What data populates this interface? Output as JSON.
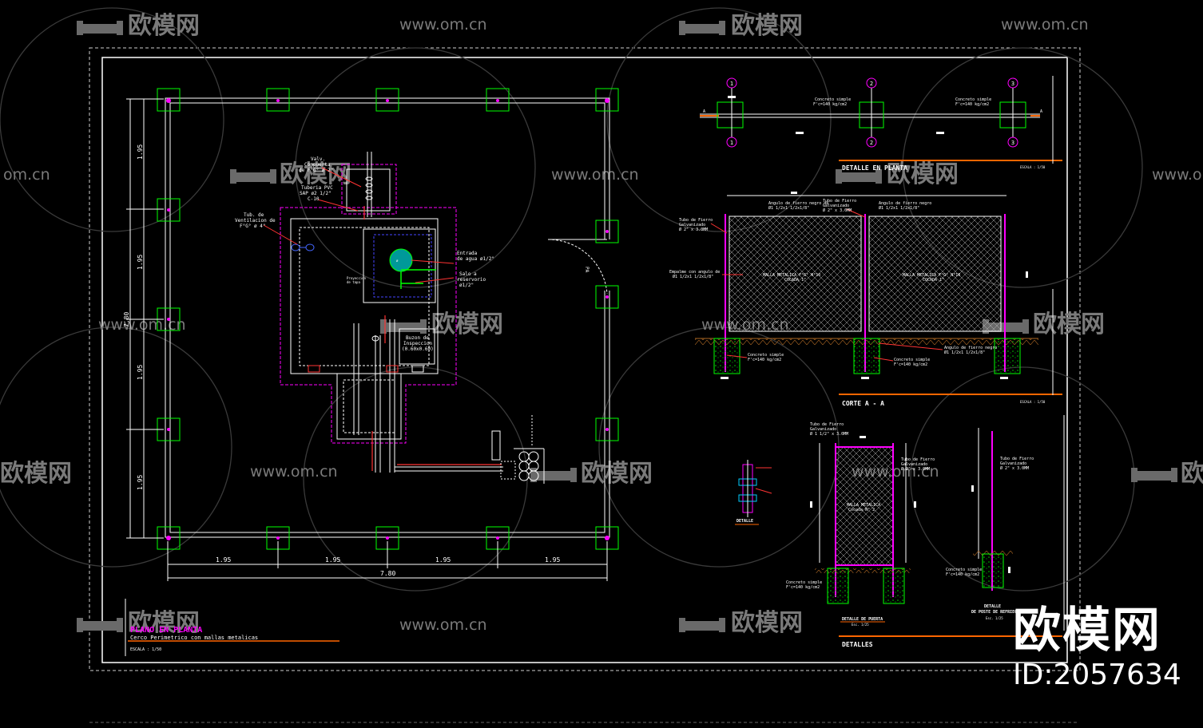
{
  "watermark": {
    "brand": "欧模网",
    "url": "www.om.cn",
    "fragment_brand": "欧模网",
    "fragment_url": "om.cn"
  },
  "logo": {
    "brand": "欧模网",
    "id": "ID:2057634"
  },
  "plan": {
    "title": "PLANO EN PLANTA",
    "subtitle": "Cerco Perimetrico con mallas metalicas",
    "scale": "ESCALA : 1/50",
    "dim_vertical": [
      "1.95",
      "1.95",
      "1.95",
      "1.95"
    ],
    "dim_vertical_total": "7.80",
    "dim_horizontal": [
      "1.95",
      "1.95",
      "1.95",
      "1.95"
    ],
    "dim_horizontal_total": "7.80",
    "notes": {
      "valve": [
        "Valv.",
        "Compuerta",
        "de F°G° ø 2\""
      ],
      "pipe": [
        "Tuberia PVC",
        "SAP ø2 1/2\"",
        "C-10"
      ],
      "vent": [
        "Tub. de",
        "Ventilacion de",
        "F°G° ø 4\""
      ],
      "inlet": [
        "Entrada",
        "de agua ø1/2\""
      ],
      "overflow": [
        "Salo a",
        "reservorio",
        "ø1/2\""
      ],
      "inspection": [
        "Buzon de",
        "Inspeccion",
        "(0.60x0.60)"
      ],
      "proyection": [
        "Proyeccion",
        "de tapa"
      ],
      "gate": "PA"
    }
  },
  "detalle_planta": {
    "title": "DETALLE EN PLANTA",
    "scale": "ESCALA : 1/50",
    "axes": [
      "1",
      "2",
      "3"
    ],
    "notes": [
      "Concreto simple",
      "F'c=140 kg/cm2"
    ],
    "section_mark": "A"
  },
  "corte": {
    "title": "CORTE A - A",
    "scale": "ESCALA : 1/50",
    "notes": {
      "angle_top_left": [
        "Angulo de fierro negro de",
        "Ø1 1/2x1 1/2x1/8\""
      ],
      "pipe_top": [
        "Tubo de Fierro",
        "Galvanizado",
        "Ø 2\" x 3.0MM"
      ],
      "angle_top_right": [
        "Angulo de fierro negro",
        "Ø1 1/2x1 1/2x1/8\""
      ],
      "pipe_left": [
        "Tubo de Fierro",
        "Galvanizado",
        "Ø 2\" x 3.0MM"
      ],
      "brace": [
        "Empalme con angulo de",
        "Ø1 1/2x1 1/2x1/8\""
      ],
      "mesh": [
        "MALLA METALICA F°G° N°10",
        "COCADA 1\""
      ],
      "concrete1": [
        "Concreto simple",
        "F'c=140 kg/cm2"
      ],
      "concrete2": [
        "Concreto simple",
        "F'c=140 kg/cm2"
      ],
      "angle_bottom": [
        "Angulo de fierro negro",
        "Ø1 1/2x1 1/2x1/8\""
      ]
    }
  },
  "detalles": {
    "title": "DETALLES",
    "detalle_label": "DETALLE",
    "door_title": "DETALLE DE PUERTA",
    "door_scale": "Esc. 1/25",
    "post_title": [
      "DETALLE",
      "DE POSTE DE REFRIEGO"
    ],
    "post_scale": "Esc. 1/25",
    "door_notes": {
      "pipe": [
        "Tubo de Fierro",
        "Galvanizado",
        "Ø 1 1/2\" x 3.0MM"
      ],
      "pipe2": [
        "Tubo de Fierro",
        "Galvanizado",
        "Ø 2\" x 3.0MM"
      ],
      "mesh": [
        "MALLA METALICA",
        "Cocada N° 2"
      ],
      "concrete": [
        "Concreto simple",
        "F'c=140 kg/cm2"
      ]
    },
    "post_notes": {
      "pipe": [
        "Tubo de Fierro",
        "Galvanizado",
        "Ø 2\" x 3.0MM"
      ],
      "concrete": [
        "Concreto simple",
        "F'c=140 kg/cm2"
      ]
    }
  },
  "colors": {
    "background": "#000000",
    "line": "#ffffff",
    "green": "#00ff00",
    "magenta": "#ff00ff",
    "orange": "#ff6600",
    "red": "#ff3333",
    "cyan": "#00cccc",
    "watermark": "#7a7a7a"
  }
}
